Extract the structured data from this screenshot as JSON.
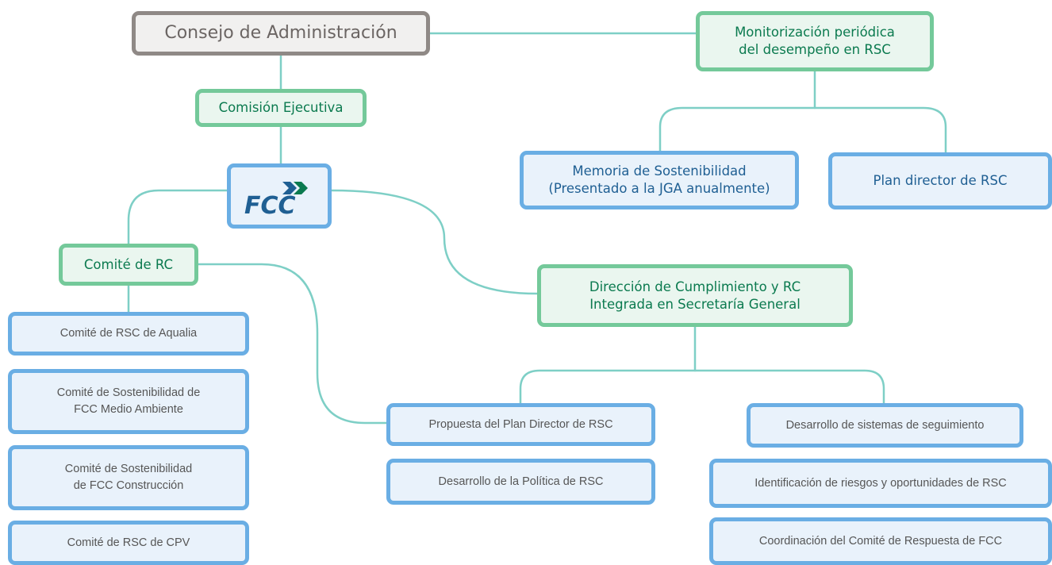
{
  "nodes": {
    "consejo": "Consejo de Administración",
    "comision": "Comisión Ejecutiva",
    "logo": "FCC",
    "comite_rc": "Comité de RC",
    "monitorizacion": "Monitorización periódica\ndel desempeño en RSC",
    "memoria": "Memoria de Sostenibilidad\n(Presentado a la JGA anualmente)",
    "plan_director": "Plan director de RSC",
    "direccion": "Dirección de Cumplimiento y RC\nIntegrada en Secretaría General",
    "aqualia": "Comité de RSC de Aqualia",
    "medio_ambiente": "Comité de Sostenibilidad de\nFCC Medio Ambiente",
    "construccion": "Comité de Sostenibilidad\nde FCC Construcción",
    "cpv": "Comité de RSC de CPV",
    "propuesta": "Propuesta del Plan Director de RSC",
    "politica": "Desarrollo de la Política de RSC",
    "seguimiento": "Desarrollo de sistemas de seguimiento",
    "riesgos": "Identificación de riesgos y oportunidades de RSC",
    "coordinacion": "Coordinación del Comité de Respuesta de FCC"
  },
  "colors": {
    "connector": "#7ecfc6",
    "grey_border": "#8f8986",
    "green_border": "#74c99a",
    "blue_border": "#6aaee4",
    "logo_green": "#0b7a4f",
    "logo_blue": "#1f5f93"
  }
}
